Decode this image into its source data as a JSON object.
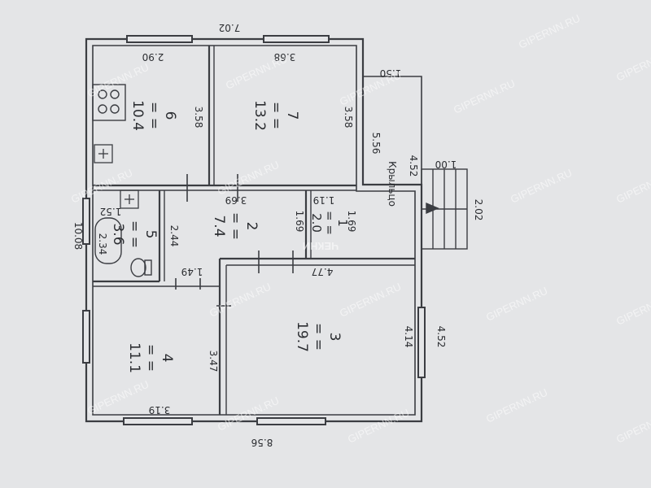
{
  "plan": {
    "rooms": [
      {
        "id": "room-6",
        "number": "6",
        "area": "10.4"
      },
      {
        "id": "room-7",
        "number": "7",
        "area": "13.2"
      },
      {
        "id": "room-2",
        "number": "2",
        "area": "7.4"
      },
      {
        "id": "room-5",
        "number": "5",
        "area": "3.6"
      },
      {
        "id": "room-1",
        "number": "1",
        "area": "2.0"
      },
      {
        "id": "room-4",
        "number": "4",
        "area": "11.1"
      },
      {
        "id": "room-3",
        "number": "3",
        "area": "19.7"
      }
    ],
    "porch_label": "Крыльцо",
    "dimensions": {
      "top_width": "7.02",
      "bottom_width": "8.56",
      "left_height": "10.08",
      "room6_width": "2.90",
      "room6_height": "3.58",
      "room7_width": "3.68",
      "room7_height": "3.58",
      "hall_width": "3.69",
      "hall_height": "2.44",
      "room1_width": "1.19",
      "room1_height": "1.69",
      "room2_height": "1.69",
      "room5_width": "1.52",
      "room5_height": "2.34",
      "door_span": "1.49",
      "room3_width": "4.77",
      "room3_height": "4.14",
      "room4_height": "3.47",
      "room4_width": "3.19",
      "right_lower": "4.52",
      "porch_top": "1.50",
      "porch_side": "5.56",
      "porch_depth": "4.52",
      "steps_width": "1.00",
      "steps_length": "2.02"
    },
    "watermark": {
      "brand": "GIPERNN.RU",
      "logo": "ЧЕКНИ"
    }
  }
}
